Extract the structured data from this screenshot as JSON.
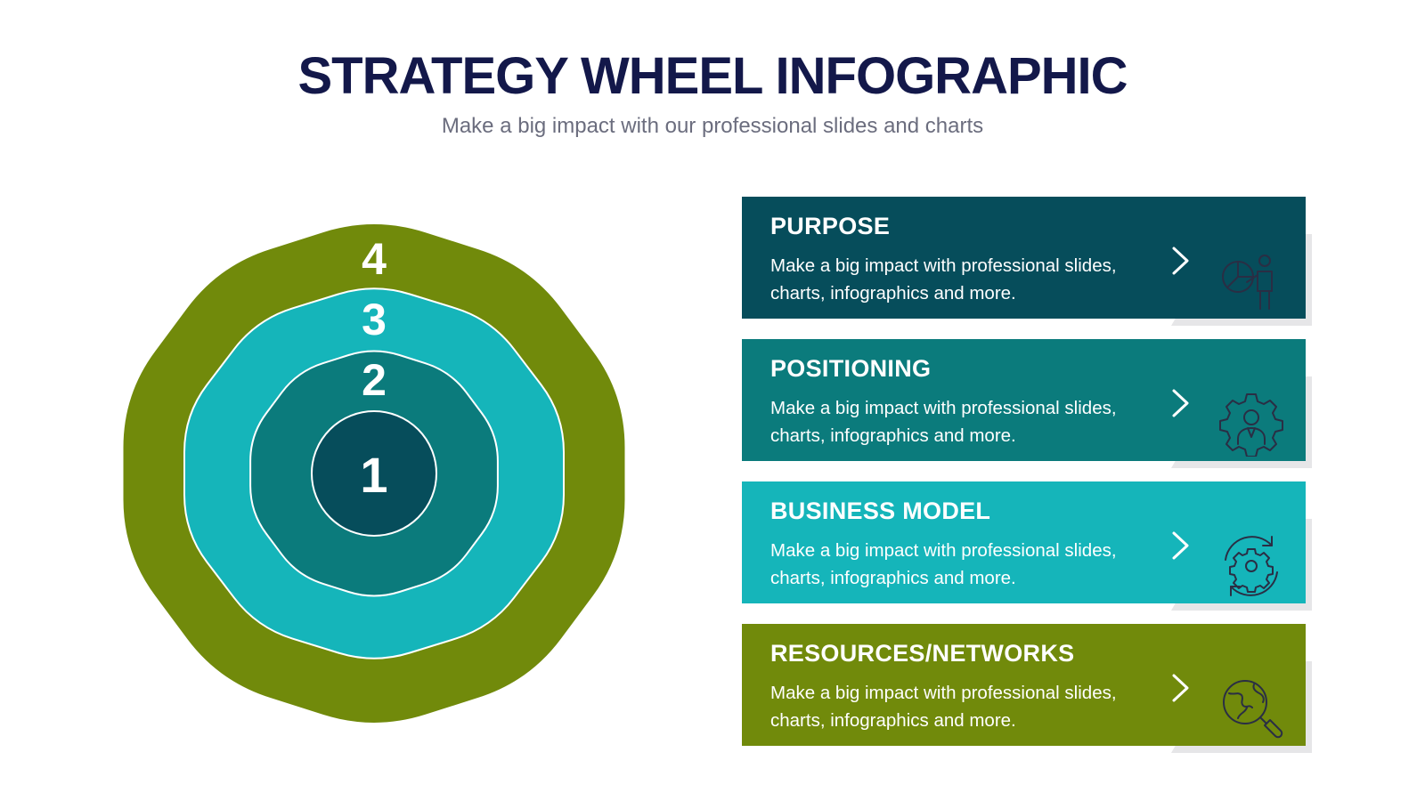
{
  "header": {
    "title": "STRATEGY WHEEL INFOGRAPHIC",
    "subtitle": "Make a big impact with our professional slides and charts"
  },
  "colors": {
    "dark_teal": "#064d5b",
    "mid_teal": "#0b7b7c",
    "light_teal": "#15b5ba",
    "olive": "#718a0b",
    "tab_gray": "#e6e6e8",
    "icon_stroke": "#2a2e44",
    "title_navy": "#13184a"
  },
  "wheel": {
    "rings": [
      {
        "number": "4",
        "color": "#718a0b"
      },
      {
        "number": "3",
        "color": "#15b5ba"
      },
      {
        "number": "2",
        "color": "#0b7b7c"
      },
      {
        "number": "1",
        "color": "#064d5b"
      }
    ]
  },
  "cards": [
    {
      "heading": "PURPOSE",
      "text": "Make a big impact with professional slides, charts, infographics and more.",
      "color": "#064d5b",
      "icon": "presentation-pie-chart-icon"
    },
    {
      "heading": "POSITIONING",
      "text": "Make a big impact with professional slides, charts, infographics and more.",
      "color": "#0b7b7c",
      "icon": "gear-person-icon"
    },
    {
      "heading": "BUSINESS MODEL",
      "text": "Make a big impact with professional slides, charts, infographics and more.",
      "color": "#15b5ba",
      "icon": "gear-cycle-icon"
    },
    {
      "heading": "RESOURCES/NETWORKS",
      "text": "Make a big impact with professional slides, charts, infographics and more.",
      "color": "#718a0b",
      "icon": "globe-magnifier-icon"
    }
  ]
}
